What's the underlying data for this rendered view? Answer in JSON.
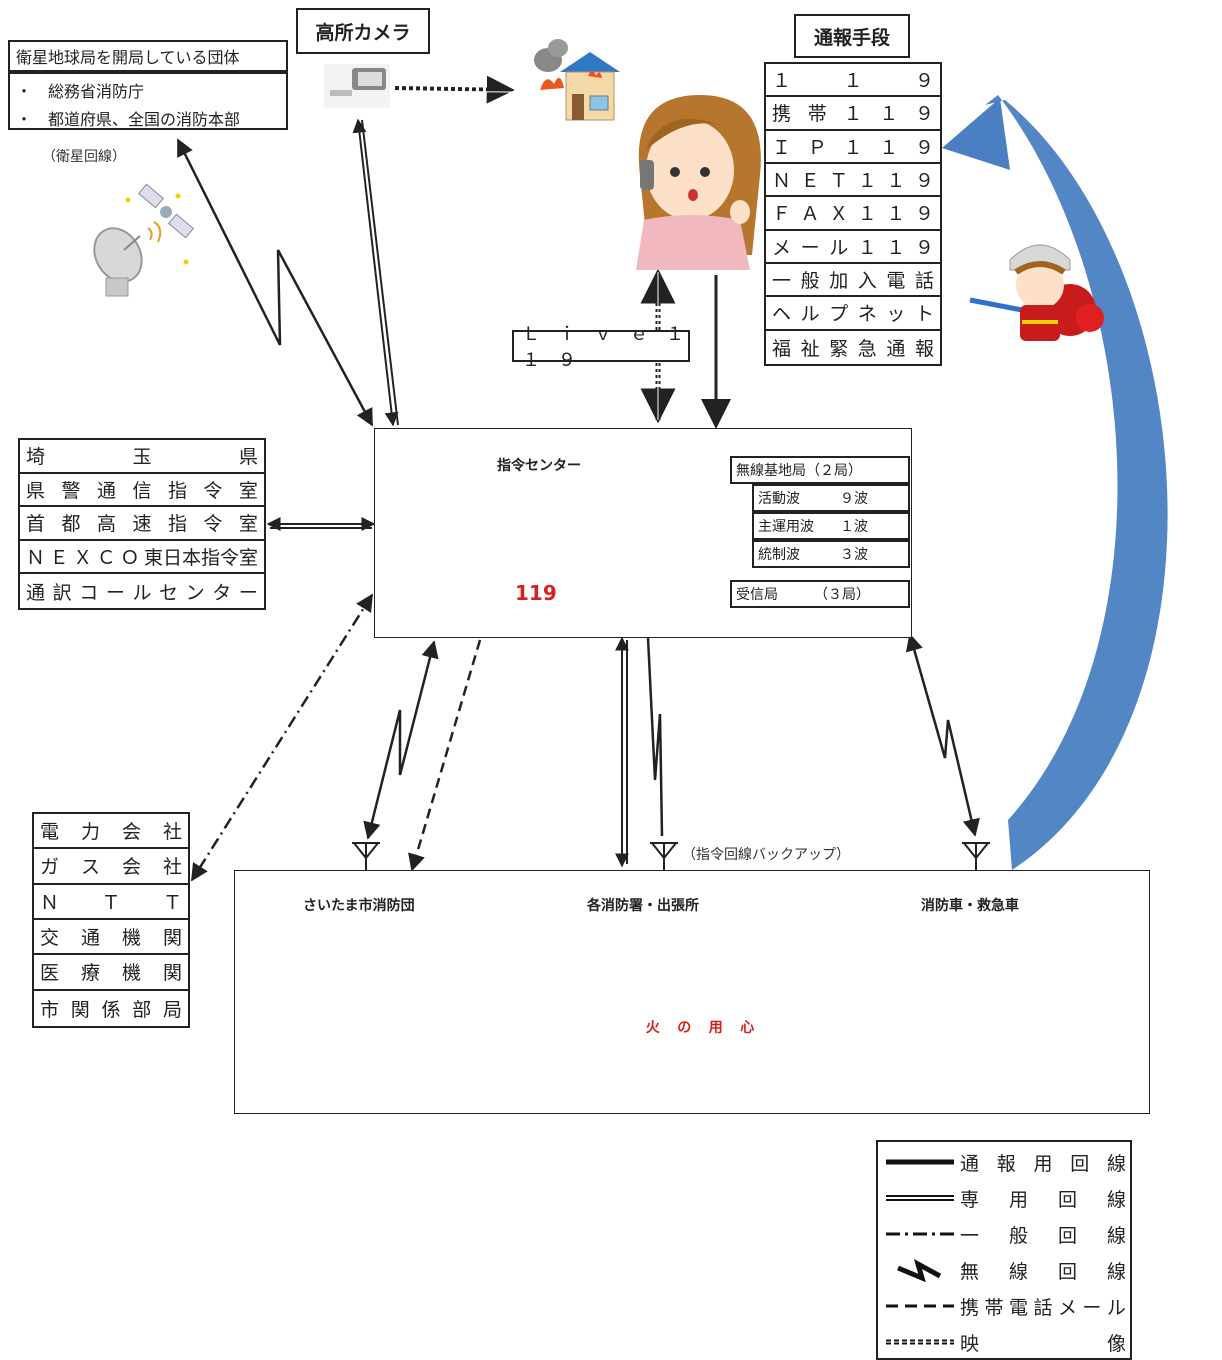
{
  "satellite": {
    "title": "衛星地球局を開局している団体",
    "items": [
      "総務省消防庁",
      "都道府県、全国の消防本部"
    ],
    "bullet": "・",
    "note": "（衛星回線）"
  },
  "camera": {
    "title": "高所カメラ"
  },
  "report_methods": {
    "title": "通報手段",
    "rows": [
      [
        "１",
        "１",
        "９"
      ],
      [
        "携",
        "帯",
        "１",
        "１",
        "９"
      ],
      [
        "Ｉ",
        "Ｐ",
        "１",
        "１",
        "９"
      ],
      [
        "Ｎ",
        "Ｅ",
        "Ｔ",
        "１",
        "１",
        "９"
      ],
      [
        "Ｆ",
        "Ａ",
        "Ｘ",
        "１",
        "１",
        "９"
      ],
      [
        "メ",
        "ー",
        "ル",
        "１",
        "１",
        "９"
      ],
      [
        "一",
        "般",
        "加",
        "入",
        "電",
        "話"
      ],
      [
        "ヘ",
        "ル",
        "プ",
        "ネ",
        "ッ",
        "ト"
      ],
      [
        "福",
        "祉",
        "緊",
        "急",
        "通",
        "報"
      ]
    ]
  },
  "live119": {
    "label": "Ｌ　ｉ　ｖ　ｅ　１　１　９"
  },
  "center": {
    "title": "指令センター",
    "sign": "119",
    "radio_base": "無線基地局（２局）",
    "waves": [
      {
        "name": "活動波",
        "count": "９波"
      },
      {
        "name": "主運用波",
        "count": "１波"
      },
      {
        "name": "統制波",
        "count": "３波"
      }
    ],
    "receiver_name": "受信局",
    "receiver_count": "（３局）"
  },
  "police": {
    "rows": [
      [
        "埼",
        "玉",
        "県"
      ],
      [
        "県",
        "警",
        "通",
        "信",
        "指",
        "令",
        "室"
      ],
      [
        "首",
        "都",
        "高",
        "速",
        "指",
        "令",
        "室"
      ],
      [
        "Ｎ",
        "Ｅ",
        "Ｘ",
        "Ｃ",
        "Ｏ",
        "東日本指令室"
      ],
      [
        "通",
        "訳",
        "コ",
        "ー",
        "ル",
        "セ",
        "ン",
        "タ",
        "ー"
      ]
    ]
  },
  "utilities": {
    "rows": [
      [
        "電",
        "力",
        "会",
        "社"
      ],
      [
        "ガ",
        "ス",
        "会",
        "社"
      ],
      [
        "Ｎ",
        "Ｔ",
        "Ｔ"
      ],
      [
        "交",
        "通",
        "機",
        "関"
      ],
      [
        "医",
        "療",
        "機",
        "関"
      ],
      [
        "市",
        "関",
        "係",
        "部",
        "局"
      ]
    ]
  },
  "backup_note": "（指令回線バックアップ）",
  "bottom": {
    "corps": "さいたま市消防団",
    "stations": "各消防署・出張所",
    "vehicles": "消防車・救急車",
    "station_sign": [
      "火",
      "の",
      "用",
      "心"
    ]
  },
  "legend": [
    {
      "type": "solid",
      "chars": [
        "通",
        "報",
        "用",
        "回",
        "線"
      ]
    },
    {
      "type": "double",
      "chars": [
        "専",
        "用",
        "回",
        "線"
      ]
    },
    {
      "type": "dashdot",
      "chars": [
        "一",
        "般",
        "回",
        "線"
      ]
    },
    {
      "type": "wireless",
      "chars": [
        "無",
        "線",
        "回",
        "線"
      ]
    },
    {
      "type": "dashed",
      "chars": [
        "携",
        "帯",
        "電",
        "話",
        "メ",
        "ー",
        "ル"
      ]
    },
    {
      "type": "video",
      "chars": [
        "映",
        "像"
      ]
    }
  ],
  "colors": {
    "arrow_blue": "#4a7fc1",
    "fire_red": "#d62020",
    "line": "#222222"
  }
}
